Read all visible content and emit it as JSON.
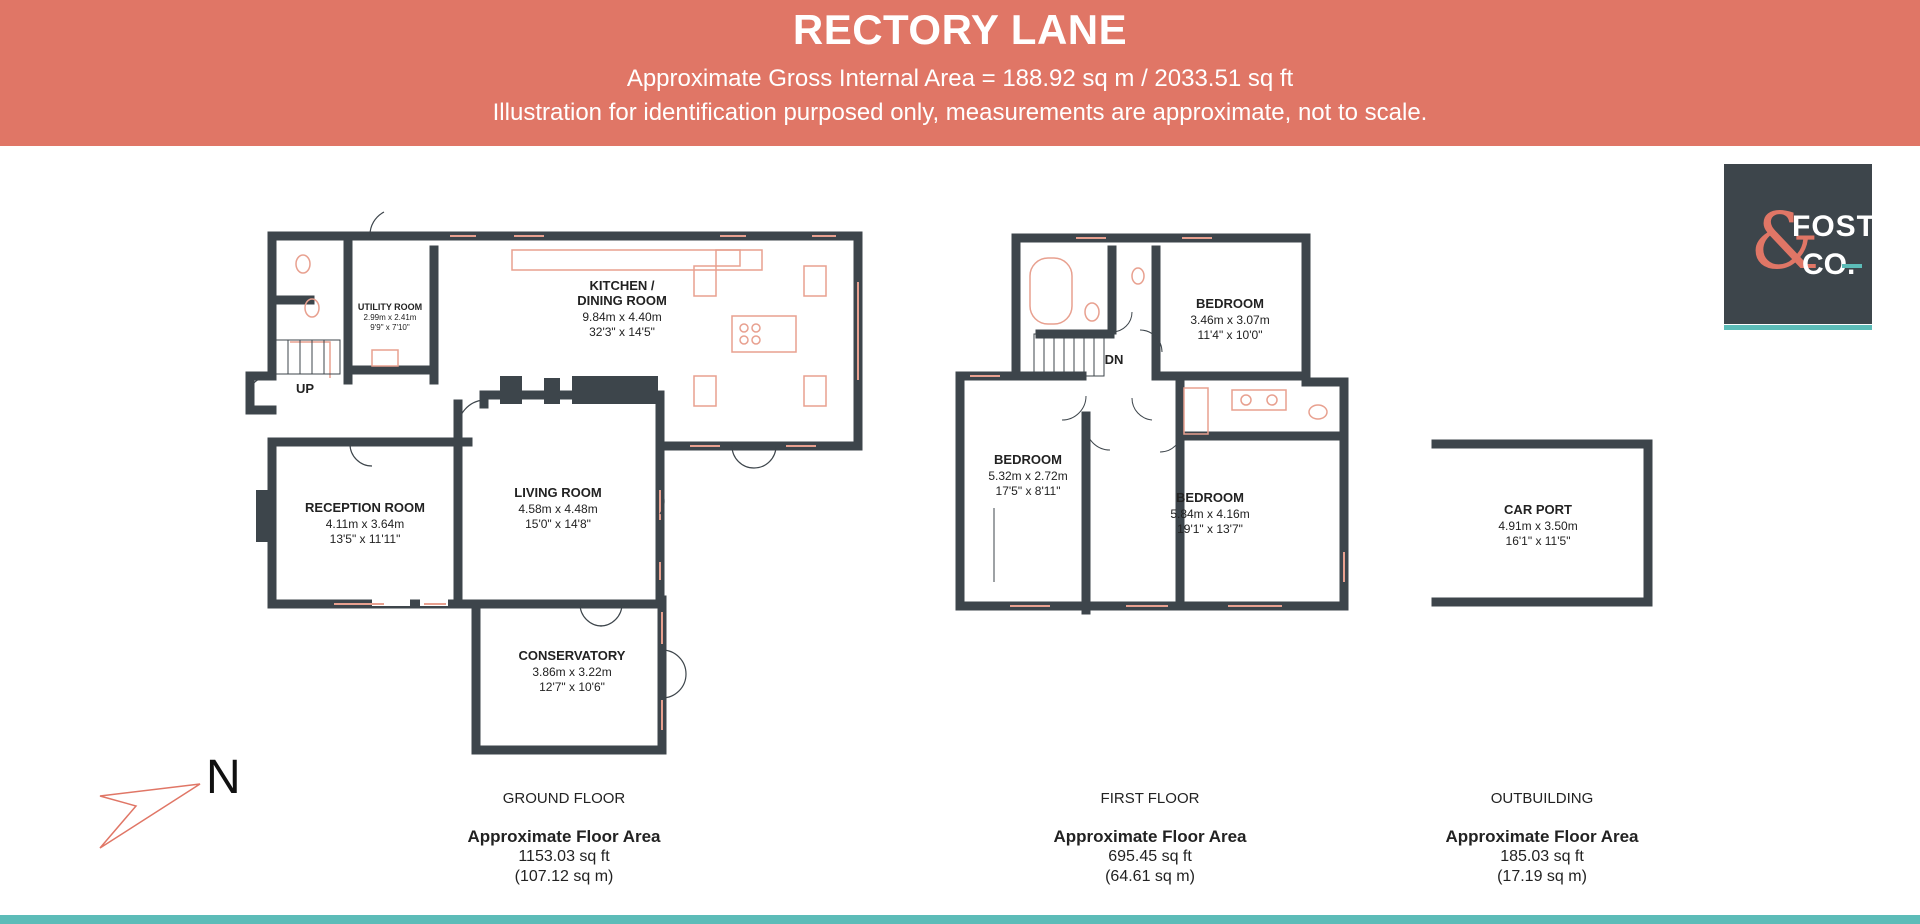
{
  "header": {
    "title": "RECTORY LANE",
    "gross_area": "Approximate Gross Internal Area = 188.92 sq m / 2033.51 sq ft",
    "disclaimer": "Illustration for identification purposed only, measurements are approximate, not to scale."
  },
  "logo": {
    "line1": "FOSTER",
    "line2": "CO.",
    "symbol": "&"
  },
  "compass": {
    "label": "N"
  },
  "stairs": {
    "ground": "UP",
    "first": "DN"
  },
  "rooms": {
    "kitchen": {
      "name1": "KITCHEN /",
      "name2": "DINING ROOM",
      "metric": "9.84m x 4.40m",
      "imperial": "32'3\" x 14'5\""
    },
    "utility": {
      "name": "UTILITY ROOM",
      "metric": "2.99m x 2.41m",
      "imperial": "9'9\" x 7'10\""
    },
    "reception": {
      "name": "RECEPTION ROOM",
      "metric": "4.11m x 3.64m",
      "imperial": "13'5\" x 11'11\""
    },
    "living": {
      "name": "LIVING ROOM",
      "metric": "4.58m x 4.48m",
      "imperial": "15'0\" x 14'8\""
    },
    "conservatory": {
      "name": "CONSERVATORY",
      "metric": "3.86m x 3.22m",
      "imperial": "12'7\" x 10'6\""
    },
    "bedroom_top": {
      "name": "BEDROOM",
      "metric": "3.46m x 3.07m",
      "imperial": "11'4\" x 10'0\""
    },
    "bedroom_left": {
      "name": "BEDROOM",
      "metric": "5.32m x 2.72m",
      "imperial": "17'5\" x 8'11\""
    },
    "bedroom_main": {
      "name": "BEDROOM",
      "metric": "5.84m x 4.16m",
      "imperial": "19'1\" x 13'7\""
    },
    "carport": {
      "name": "CAR PORT",
      "metric": "4.91m x 3.50m",
      "imperial": "16'1\" x 11'5\""
    }
  },
  "floors": [
    {
      "name": "GROUND FLOOR",
      "label": "Approximate Floor Area",
      "sqft": "1153.03 sq ft",
      "sqm": "(107.12 sq m)"
    },
    {
      "name": "FIRST FLOOR",
      "label": "Approximate Floor Area",
      "sqft": "695.45 sq ft",
      "sqm": "(64.61 sq m)"
    },
    {
      "name": "OUTBUILDING",
      "label": "Approximate Floor Area",
      "sqft": "185.03 sq ft",
      "sqm": "(17.19 sq m)"
    }
  ],
  "colors": {
    "header": "#e07666",
    "wall": "#3d454b",
    "accent": "#5cbcb8",
    "fixture": "#e8a08f"
  }
}
